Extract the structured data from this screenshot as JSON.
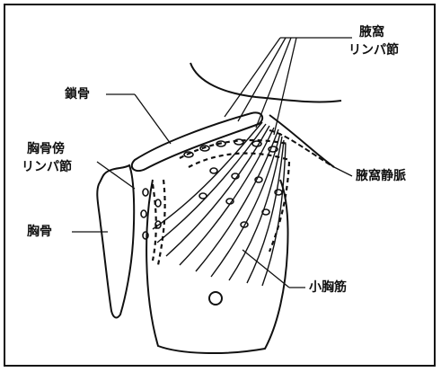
{
  "labels": {
    "axillary_lymph_nodes_line1": "腋窩",
    "axillary_lymph_nodes_line2": "リンパ節",
    "clavicle": "鎖骨",
    "parasternal_lymph_nodes_line1": "胸骨傍",
    "parasternal_lymph_nodes_line2": "リンパ節",
    "sternum": "胸骨",
    "axillary_vein": "腋窩静脈",
    "pectoralis_minor": "小胸筋"
  }
}
